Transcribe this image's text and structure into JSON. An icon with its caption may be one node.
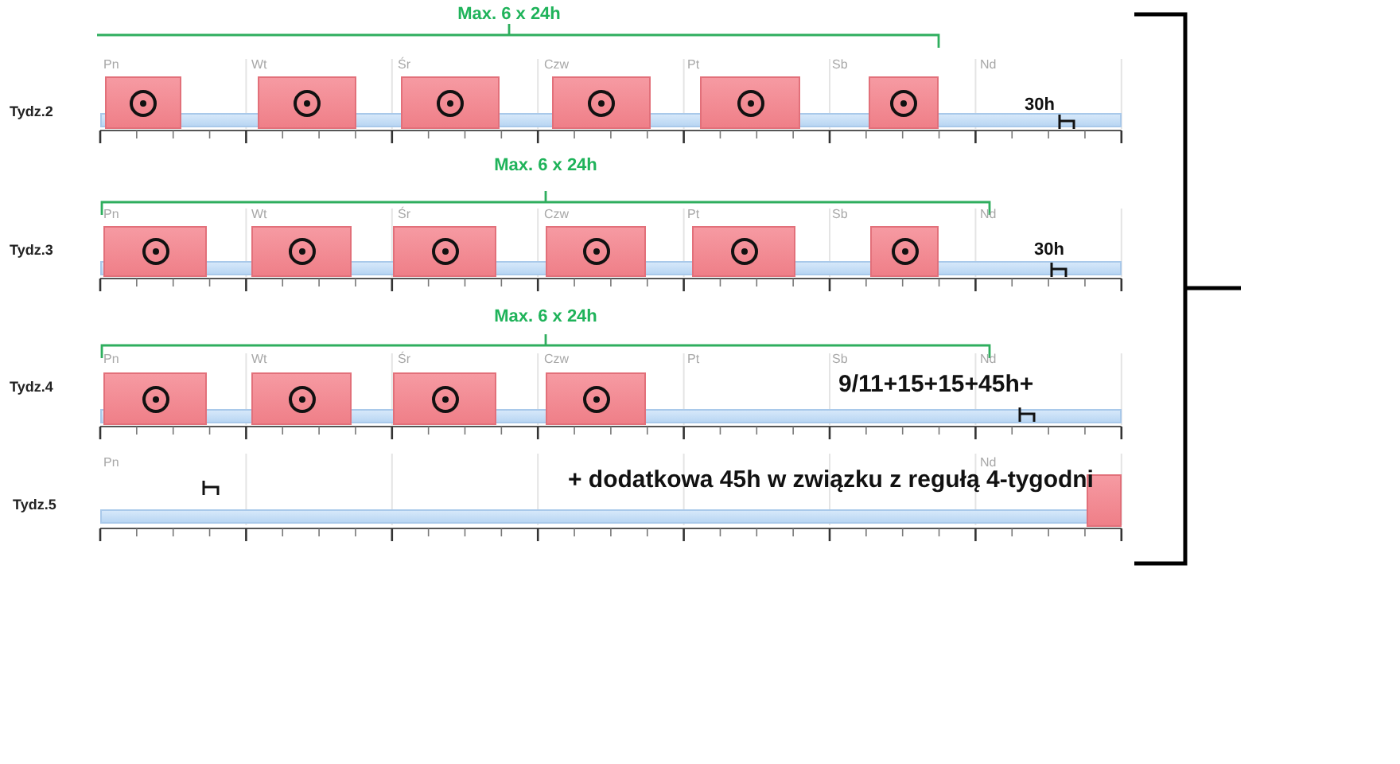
{
  "diagram": {
    "labels": [
      "Max. 6 x 24h",
      "Pn",
      "Wt",
      "Śr",
      "Czw",
      "Pt",
      "Sb",
      "Nd",
      "Tydz.2",
      "30h",
      "Max. 6 x 24h",
      "Pn",
      "Wt",
      "Śr",
      "Czw",
      "Pt",
      "Sb",
      "Nd",
      "Tydz.3",
      "30h",
      "Max. 6 x 24h",
      "Pn",
      "Wt",
      "Śr",
      "Czw",
      "Pt",
      "Sb",
      "Nd",
      "Tydz.4",
      "9/11+15+15+45h+",
      "Pn",
      "Nd",
      "Tydz.5",
      "+ dodatkowa 45h w związku z regułą 4-tygodni"
    ]
  }
}
